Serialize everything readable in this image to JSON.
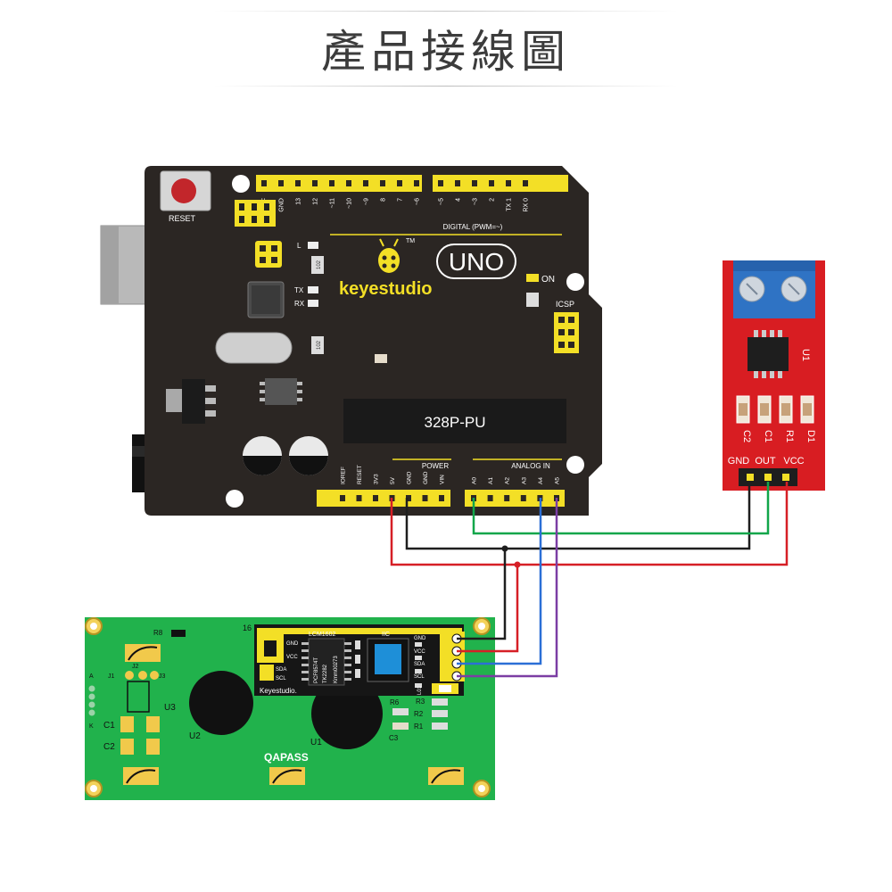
{
  "title": "產品接線圖",
  "arduino": {
    "brand": "keyestudio",
    "model": "UNO",
    "tm": "TM",
    "reset_label": "RESET",
    "chip_label": "328P-PU",
    "on_label": "ON",
    "icsp_label": "ICSP",
    "l_label": "L",
    "tx_label": "TX",
    "rx_label": "RX",
    "digital_label": "DIGITAL (PWM=~)",
    "power_label": "POWER",
    "analog_label": "ANALOG IN",
    "resistor_code": "102",
    "digital_pins": [
      "AREF",
      "GND",
      "13",
      "12",
      "~11",
      "~10",
      "~9",
      "8",
      "7",
      "~6",
      "~5",
      "4",
      "~3",
      "2",
      "TX 1",
      "RX 0"
    ],
    "power_pins": [
      "IOREF",
      "RESET",
      "3V3",
      "5V",
      "GND",
      "GND",
      "VIN"
    ],
    "analog_pins": [
      "A0",
      "A1",
      "A2",
      "A3",
      "A4",
      "A5"
    ]
  },
  "sensor": {
    "ic_label": "U1",
    "components": [
      "C2",
      "C1",
      "R1",
      "D1"
    ],
    "pins": [
      "GND",
      "OUT",
      "VCC"
    ]
  },
  "lcd": {
    "brand": "QAPASS",
    "model": "LCM1602",
    "pin16": "16",
    "iic": "IIC",
    "keyestudio": "Keyestudio.",
    "pins": [
      "GND",
      "VCC",
      "SDA",
      "SCL"
    ],
    "module_pins": [
      "GND",
      "VCC",
      "SDA",
      "SCL"
    ],
    "chip_text": [
      "PCF8574T",
      "TK2282",
      "Kmm00273"
    ],
    "labels": {
      "R8": "R8",
      "A": "A",
      "K": "K",
      "J1": "J1",
      "J2": "J2",
      "J3": "J3",
      "U3": "U3",
      "U2": "U2",
      "U1": "U1",
      "C1": "C1",
      "C2": "C2",
      "C3": "C3",
      "R6": "R6",
      "R2": "R2",
      "R1": "R1",
      "R3": "R3",
      "L01": "L01"
    }
  },
  "colors": {
    "arduino_board": "#2b2623",
    "header": "#f3df26",
    "sensor_board": "#d81d22",
    "terminal": "#2f73c4",
    "lcd_board": "#21b24c",
    "wire_red": "#d61f26",
    "wire_black": "#1e1e1e",
    "wire_green": "#11a64a",
    "wire_blue": "#2b6fd6",
    "wire_purple": "#7b3ea4"
  },
  "wires": [
    {
      "name": "5V to VCC",
      "color": "wire_red"
    },
    {
      "name": "GND to GND",
      "color": "wire_black"
    },
    {
      "name": "A0 to OUT",
      "color": "wire_green"
    },
    {
      "name": "A4 to SDA",
      "color": "wire_blue"
    },
    {
      "name": "A5 to SCL",
      "color": "wire_purple"
    }
  ]
}
